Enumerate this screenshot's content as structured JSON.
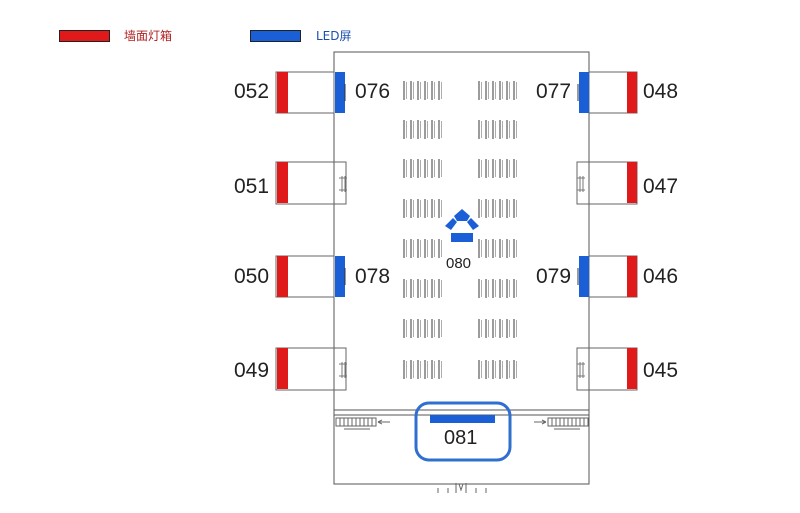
{
  "legend": {
    "wall_lightbox": {
      "label": "墙面灯箱",
      "color": "#e01a1a",
      "text_color": "#b02020"
    },
    "led_screen": {
      "label": "LED屏",
      "color": "#1a5fd6",
      "text_color": "#1a4fb0"
    }
  },
  "left_wall": {
    "lightboxes": [
      "052",
      "051",
      "050",
      "049"
    ],
    "led_screens": [
      "076",
      "078"
    ]
  },
  "right_wall": {
    "lightboxes": [
      "048",
      "047",
      "046",
      "045"
    ],
    "led_screens": [
      "077",
      "079"
    ]
  },
  "center_screen": {
    "label": "080"
  },
  "entrance_screen": {
    "label": "081",
    "highlight_color": "#2f6fcf"
  },
  "colors": {
    "outline": "#555555",
    "seat": "#666666",
    "red": "#e01a1a",
    "blue": "#1a5fd6"
  }
}
